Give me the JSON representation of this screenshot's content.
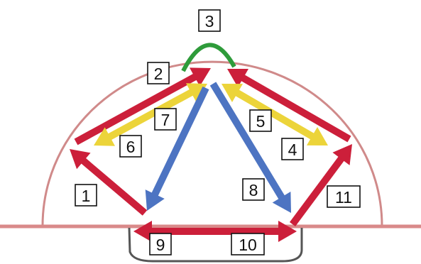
{
  "colors": {
    "outline": "#d08a8a",
    "floor": "#d98a8a",
    "basin": "#555555",
    "red": "#cc1f3a",
    "yellow": "#ecd43a",
    "blue": "#4d74c2",
    "green": "#2e9b3a"
  },
  "labels": [
    "1",
    "2",
    "3",
    "4",
    "5",
    "6",
    "7",
    "8",
    "9",
    "10",
    "11"
  ]
}
